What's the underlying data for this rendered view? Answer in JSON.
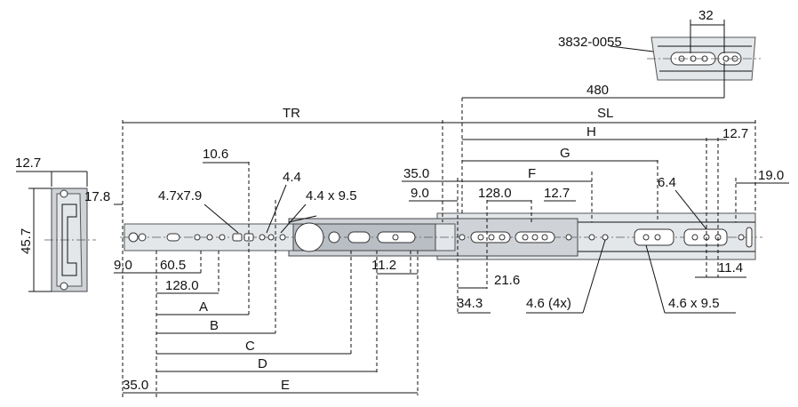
{
  "part_number": "3832-0055",
  "labels": {
    "d32": "32",
    "d480": "480",
    "TR": "TR",
    "SL": "SL",
    "H": "H",
    "G": "G",
    "F": "F",
    "A": "A",
    "B": "B",
    "C": "C",
    "D": "D",
    "E": "E",
    "d12_7_left": "12.7",
    "d45_7": "45.7",
    "d17_8": "17.8",
    "d10_6": "10.6",
    "d4_7x7_9": "4.7x7.9",
    "d4_4": "4.4",
    "d4_4x9_5": "4.4 x 9.5",
    "d35_0_top": "35.0",
    "d9_0_top": "9.0",
    "d128_0_top": "128.0",
    "d12_7_mid": "12.7",
    "d12_7_right": "12.7",
    "d6_4": "6.4",
    "d19_0": "19.0",
    "d9_0_bottom": "9.0",
    "d60_5": "60.5",
    "d128_0_bottom": "128.0",
    "d11_2": "11.2",
    "d21_6": "21.6",
    "d34_3": "34.3",
    "d4_6_4x": "4.6 (4x)",
    "d4_6x9_5": "4.6 x 9.5",
    "d11_4": "11.4",
    "d35_0_bottom": "35.0"
  },
  "colors": {
    "line": "#111111",
    "rail_light": "#e4e7ea",
    "rail_mid": "#cfd3d8",
    "rail_dark": "#b9bec5"
  }
}
